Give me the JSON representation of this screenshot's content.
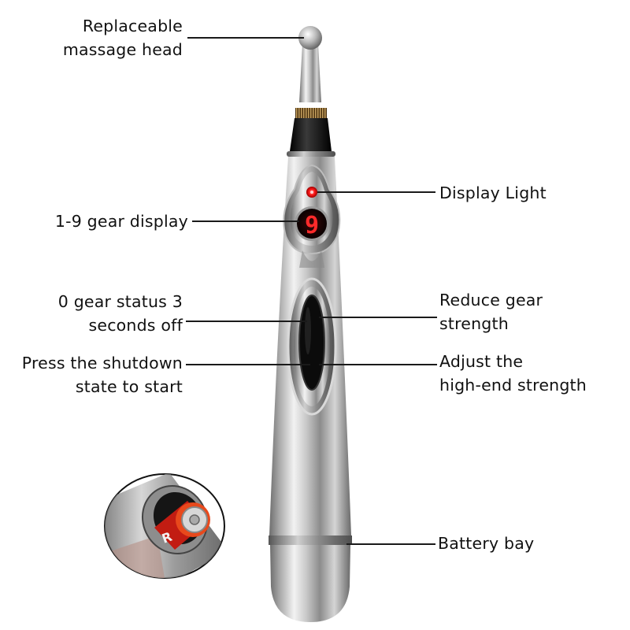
{
  "diagram": {
    "subject": "Electronic acupuncture massage pen",
    "callouts": {
      "massage_head": {
        "line1": "Replaceable",
        "line2": "massage head"
      },
      "gear_display": {
        "line1": "1-9 gear display"
      },
      "display_light": {
        "line1": "Display Light"
      },
      "zero_gear": {
        "line1": "0 gear status 3",
        "line2": "seconds off"
      },
      "shutdown": {
        "line1": "Press the shutdown",
        "line2": "state to start"
      },
      "reduce_gear": {
        "line1": "Reduce gear",
        "line2": "strength"
      },
      "adjust_high": {
        "line1": "Adjust the",
        "line2": "high-end strength"
      },
      "battery_bay": {
        "line1": "Battery bay"
      }
    },
    "display_digit": "9",
    "inset": {
      "description": "battery-compartment-closeup",
      "battery_mark": "R"
    }
  },
  "colors": {
    "text": "#111111",
    "leader_line": "#1a1a1a",
    "led_red": "#ff2020",
    "display_bg": "#1a0505",
    "gold_ring": "#a07a3a"
  }
}
